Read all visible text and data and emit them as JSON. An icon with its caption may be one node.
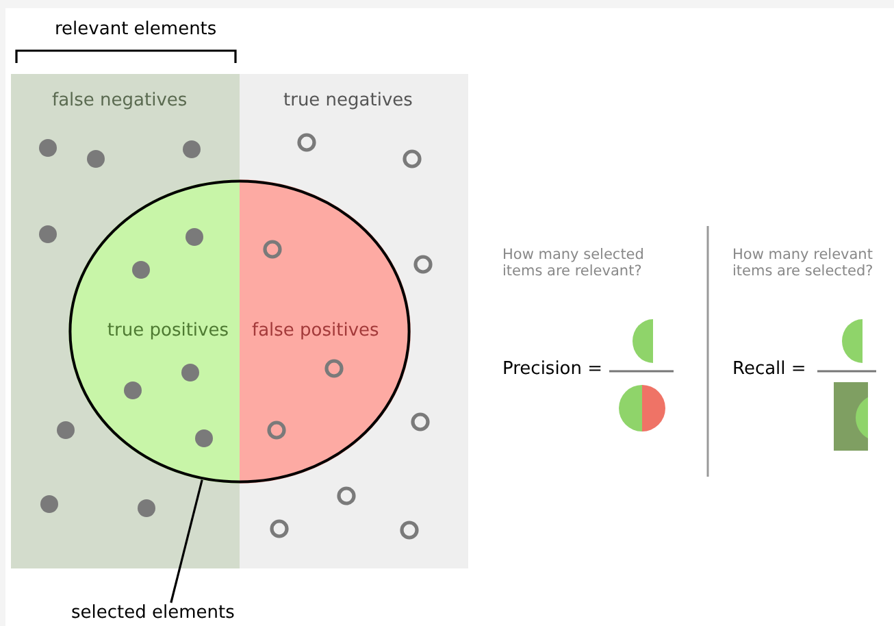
{
  "diagram": {
    "nodes": [
      {
        "text": [
          "false negatives"
        ]
      },
      {
        "text": [
          "true negatives"
        ]
      },
      {
        "text": [
          "true positives"
        ]
      },
      {
        "text": [
          "false positives"
        ]
      },
      {
        "text": [
          "selected elements"
        ]
      },
      {
        "text": [],
        "shape": "circle"
      }
    ],
    "edges": [
      {
        "from": 4,
        "to": 5,
        "arrow": "none"
      }
    ],
    "labels": [
      "relevant elements",
      "How many selected items are relevant?",
      "How many relevant items are selected?",
      "Precision =",
      "Recall ="
    ]
  }
}
